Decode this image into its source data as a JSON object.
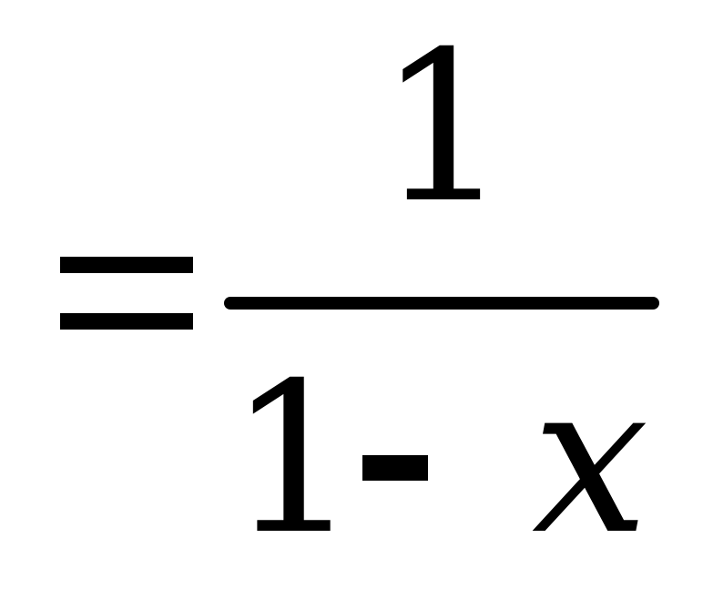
{
  "formula": {
    "equals": "=",
    "numerator": "1",
    "denominator": {
      "one": "1",
      "operator": "-",
      "variable": "x"
    }
  }
}
